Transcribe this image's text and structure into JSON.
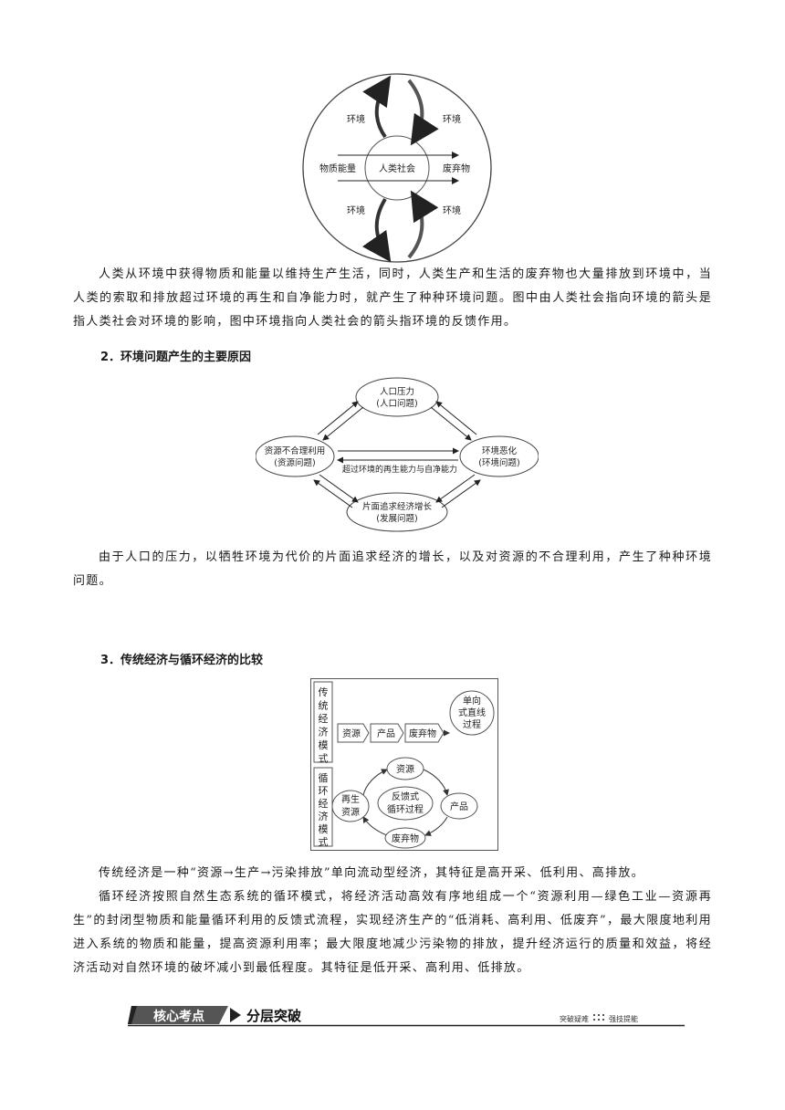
{
  "diagram1": {
    "env_top_left": "环境",
    "env_top_right": "环境",
    "env_bottom_left": "环境",
    "env_bottom_right": "环境",
    "input": "物质能量",
    "center": "人类社会",
    "output": "废弃物"
  },
  "para1": "人类从环境中获得物质和能量以维持生产生活，同时，人类生产和生活的废弃物也大量排放到环境中，当人类的索取和排放超过环境的再生和自净能力时，就产生了种种环境问题。图中由人类社会指向环境的箭头是指人类社会对环境的影响，图中环境指向人类社会的箭头指环境的反馈作用。",
  "heading2": "2．环境问题产生的主要原因",
  "diagram2": {
    "top_line1": "人口压力",
    "top_line2": "(人口问题)",
    "left_line1": "资源不合理利用",
    "left_line2": "(资源问题)",
    "right_line1": "环境恶化",
    "right_line2": "(环境问题)",
    "bottom_line1": "片面追求经济增长",
    "bottom_line2": "(发展问题)",
    "center_label": "超过环境的再生能力与自净能力"
  },
  "para2": "由于人口的压力，以牺牲环境为代价的片面追求经济的增长，以及对资源的不合理利用，产生了种种环境问题。",
  "heading3": "3．传统经济与循环经济的比较",
  "diagram3": {
    "traditional_label": "传统经济模式",
    "circular_label": "循环经济模式",
    "resource": "资源",
    "product": "产品",
    "waste": "废弃物",
    "linear_line1": "单向",
    "linear_line2": "式直线",
    "linear_line3": "过程",
    "cycle_resource": "资源",
    "cycle_product": "产品",
    "cycle_waste": "废弃物",
    "renew_line1": "再生",
    "renew_line2": "资源",
    "feedback_line1": "反馈式",
    "feedback_line2": "循环过程"
  },
  "para3": "传统经济是一种“资源→生产→污染排放”单向流动型经济，其特征是高开采、低利用、高排放。",
  "para4": "循环经济按照自然生态系统的循环模式，将经济活动高效有序地组成一个“资源利用—绿色工业—资源再生”的封闭型物质和能量循环利用的反馈式流程，实现经济生产的“低消耗、高利用、低废弃”，最大限度地利用进入系统的物质和能量，提高资源利用率；最大限度地减少污染物的排放，提升经济运行的质量和效益，将经济活动对自然环境的破坏减小到最低程度。其特征是低开采、高利用、低排放。",
  "banner": {
    "tag": "核心考点",
    "title": "分层突破",
    "right_left": "突破疑难",
    "right_right": "强技提能"
  }
}
